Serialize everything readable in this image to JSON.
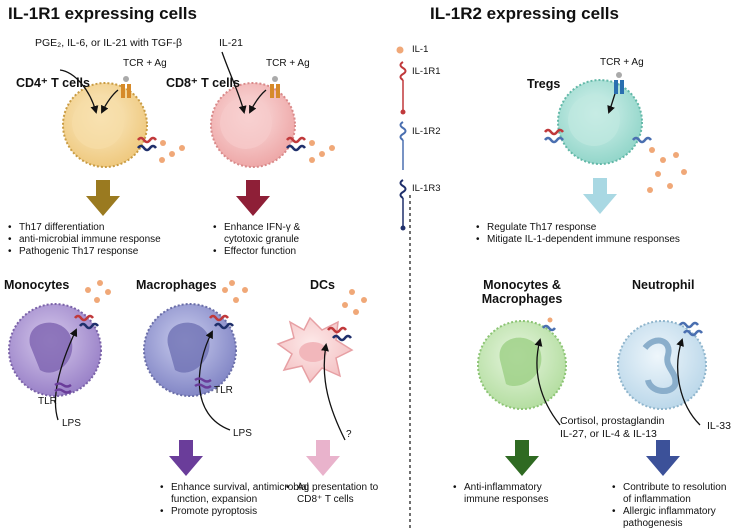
{
  "left_title": "IL-1R1 expressing cells",
  "right_title": "IL-1R2 expressing cells",
  "colors": {
    "cd4": "#f3d49a",
    "cd8": "#f4b8b8",
    "treg": "#a8e0d6",
    "monocyte": "#b39fd6",
    "macrophage": "#9c9fd4",
    "dc": "#f8d2d2",
    "mono_mac2": "#c5e6b6",
    "neutrophil": "#cfe4f1",
    "il1": "#f0a878",
    "il1r1": "#c0393b",
    "il1r2": "#4a6fb0",
    "il1r3": "#1f2f6b",
    "arrow_cd4": "#9a7a20",
    "arrow_cd8": "#8e1f37",
    "arrow_treg": "#a9d8e3",
    "arrow_mono": "#6a3d9a",
    "arrow_dc": "#e9b3cc",
    "arrow_monomac2": "#2f6a22",
    "arrow_neutro": "#3c5199"
  },
  "legend": [
    {
      "label": "IL-1",
      "icon": "il1-dot"
    },
    {
      "label": "IL-1R1",
      "icon": "il1r1-receptor"
    },
    {
      "label": "IL-1R2",
      "icon": "il1r2-receptor"
    },
    {
      "label": "IL-1R3",
      "icon": "il1r3-receptor"
    }
  ],
  "cd4": {
    "stimulus": "PGE₂, IL-6, or IL-21 with TGF-β",
    "label": "CD4⁺ T cells",
    "tcr": "TCR + Ag",
    "outcomes": [
      "Th17 differentiation",
      "anti-microbial immune response",
      "Pathogenic Th17 response"
    ]
  },
  "cd8": {
    "stimulus": "IL-21",
    "label": "CD8⁺ T cells",
    "tcr": "TCR + Ag",
    "outcomes": [
      "Enhance IFN-γ &",
      "cytotoxic granule",
      "Effector function"
    ]
  },
  "tregs": {
    "label": "Tregs",
    "tcr": "TCR + Ag",
    "outcomes": [
      "Regulate Th17 response",
      "Mitigate IL-1-dependent immune responses"
    ]
  },
  "monocytes": {
    "label": "Monocytes",
    "tlr": "TLR",
    "lps": "LPS"
  },
  "macrophages": {
    "label": "Macrophages",
    "tlr": "TLR",
    "lps": "LPS"
  },
  "mono_mac_outcomes": [
    "Enhance survival, antimicrobial",
    "function, expansion",
    "Promote pyroptosis"
  ],
  "dcs": {
    "label": "DCs",
    "stimulus": "?",
    "outcomes": [
      "Ag presentation to",
      "CD8⁺ T cells"
    ]
  },
  "mono_mac2": {
    "label_line1": "Monocytes &",
    "label_line2": "Macrophages",
    "stimulus_line1": "Cortisol, prostaglandin",
    "stimulus_line2": "IL-27, or IL-4 & IL-13",
    "outcomes": [
      "Anti-inflammatory",
      "immune responses"
    ]
  },
  "neutrophil": {
    "label": "Neutrophil",
    "stimulus": "IL-33",
    "outcomes": [
      "Contribute to resolution",
      "of inflammation",
      "Allergic inflammatory",
      "pathogenesis"
    ]
  }
}
